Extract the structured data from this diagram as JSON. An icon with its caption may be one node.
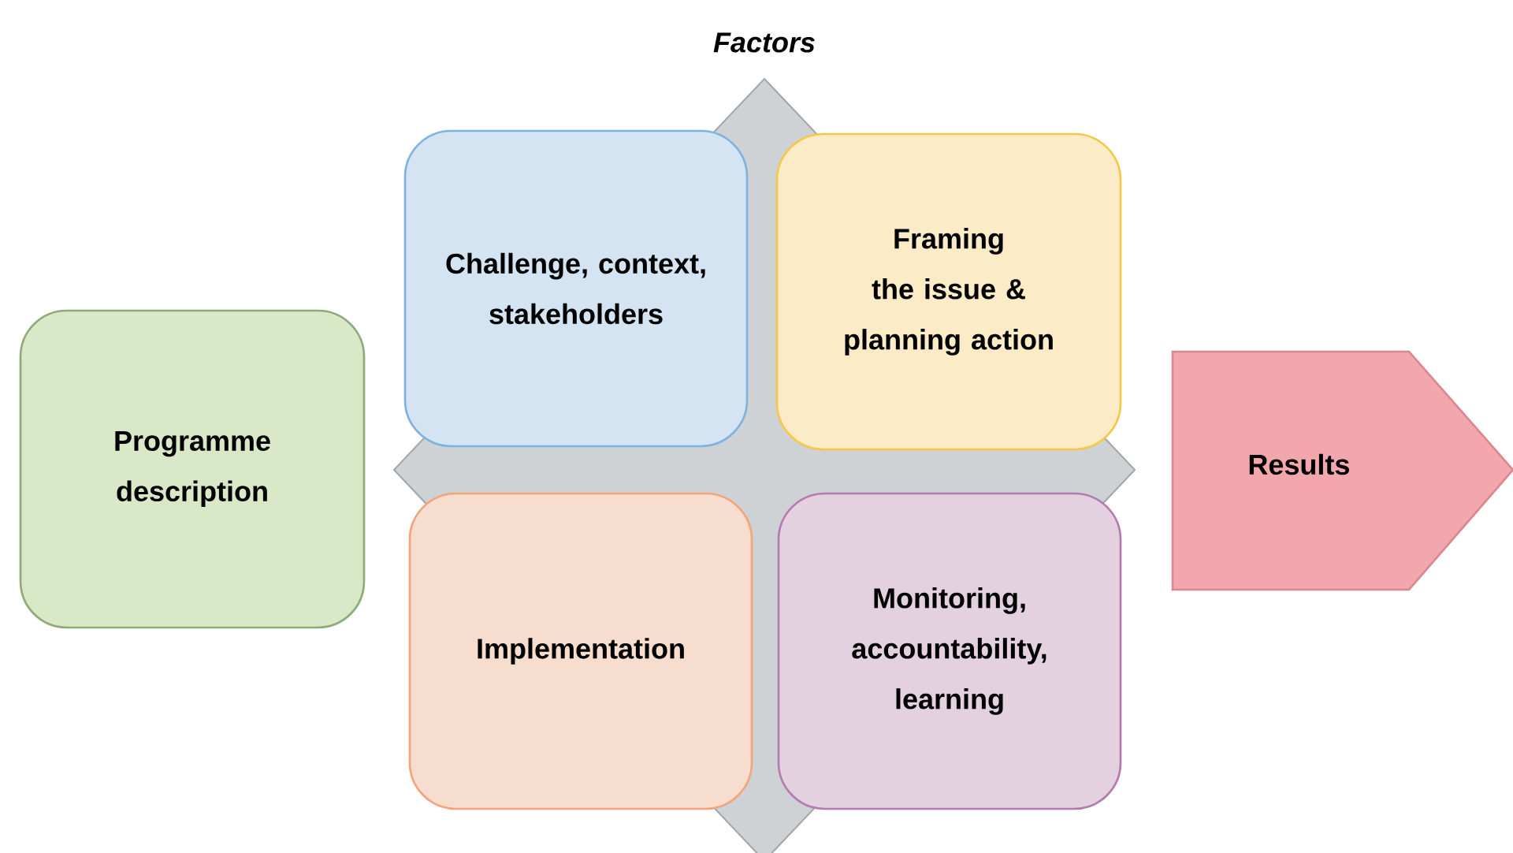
{
  "diagram": {
    "title": "Factors",
    "nodes": [
      {
        "text": [
          "Programme description"
        ]
      },
      {
        "text": [
          "Challenge, context, stakeholders"
        ]
      },
      {
        "text": [
          "Framing the issue & planning action"
        ]
      },
      {
        "text": [
          "Implementation"
        ]
      },
      {
        "text": [
          "Monitoring, accountability, learning"
        ]
      },
      {
        "text": [
          "Results"
        ]
      }
    ]
  }
}
